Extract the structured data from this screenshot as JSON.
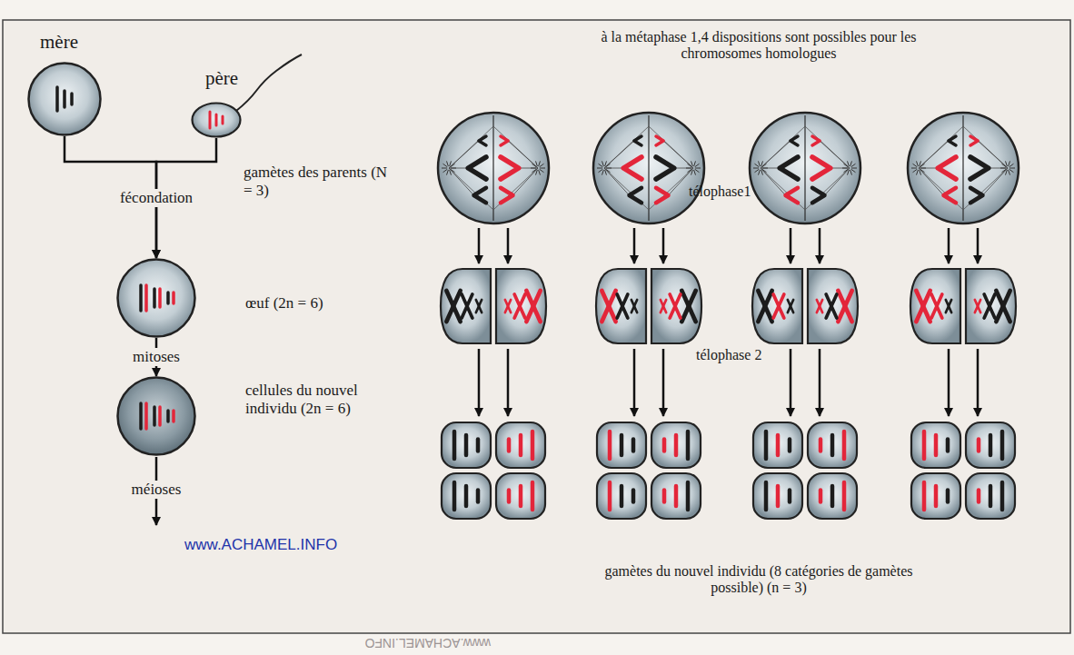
{
  "diagram": {
    "nodes": [
      {
        "text": [
          "mère"
        ]
      },
      {
        "text": [
          "père"
        ]
      },
      {
        "text": [
          "œuf (2n = 6)"
        ]
      },
      {
        "text": [
          "cellules du nouvel individu (2n = 6)"
        ]
      }
    ],
    "edges": [
      {
        "from": 0,
        "to": 2,
        "arrow": "to",
        "label": "fécondation"
      },
      {
        "from": 1,
        "to": 2,
        "arrow": "to"
      },
      {
        "from": 2,
        "to": 3,
        "arrow": "to",
        "label": "mitoses"
      }
    ],
    "labels": [
      "gamètes des parents (N = 3)",
      "méioses",
      "www.ACHAMEL.INFO",
      "à la métaphase 1,4 dispositions sont possibles pour les chromosomes homologues",
      "télophase1",
      "télophase 2",
      "gamètes du nouvel individu (8 catégories de gamètes possible) (n = 3)",
      "www.ACHAMEL.INFO"
    ]
  }
}
